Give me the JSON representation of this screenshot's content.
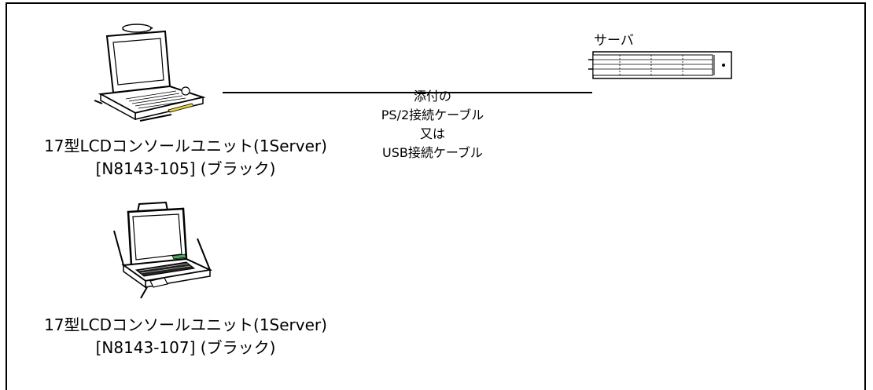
{
  "server": {
    "label": "サーバ"
  },
  "cable": {
    "label": "添付の\nPS/2接続ケーブル\n又は\nUSB接続ケーブル"
  },
  "units": [
    {
      "label": "17型LCDコンソールユニット(1Server)\n[N8143-105] (ブラック)",
      "icon": "lcd-console-unit-icon"
    },
    {
      "label": "17型LCDコンソールユニット(1Server)\n[N8143-107] (ブラック)",
      "icon": "lcd-console-unit-icon"
    }
  ],
  "colors": {
    "stroke": "#000000",
    "accent_yellow": "#e8d33a",
    "accent_green": "#4aa85a"
  }
}
